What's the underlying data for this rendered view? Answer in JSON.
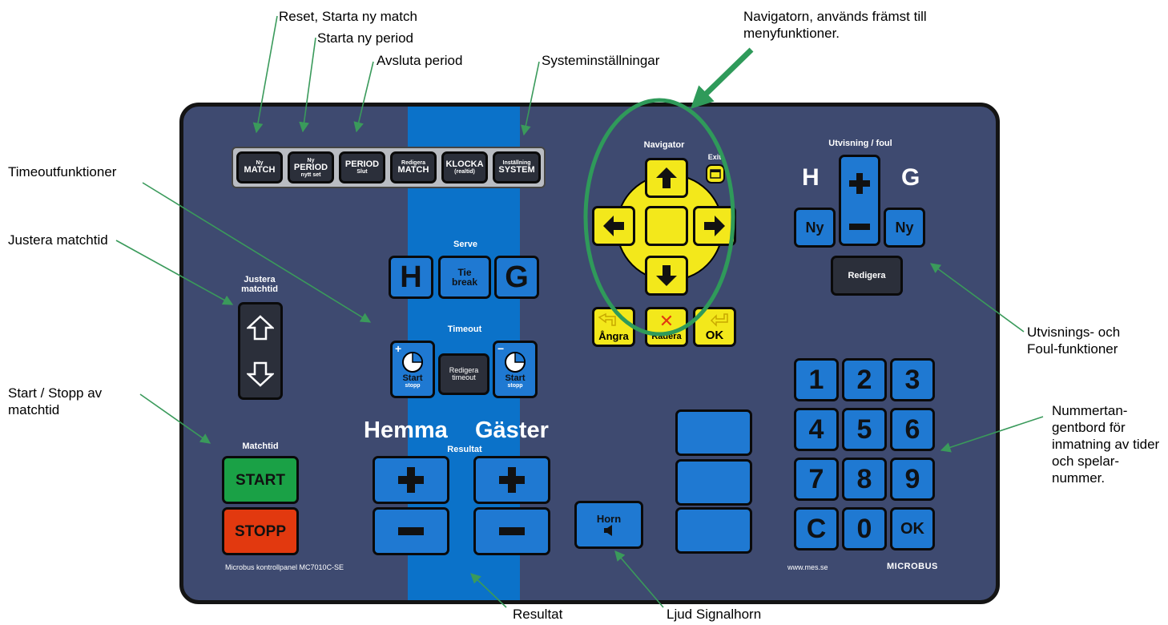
{
  "annotations": {
    "reset": "Reset, Starta ny match",
    "new_period": "Starta ny period",
    "end_period": "Avsluta period",
    "system": "Systeminställningar",
    "navigator": "Navigatorn, används främst till menyfunktioner.",
    "timeout": "Timeoutfunktioner",
    "adjust_time": "Justera matchtid",
    "start_stop": "Start / Stopp av matchtid",
    "penalty": "Utvisnings- och Foul-funktioner",
    "numpad": "Nummertan-gentbord för inmatning av tider och spelar-nummer.",
    "result": "Resultat",
    "horn": "Ljud Signalhorn"
  },
  "panel": {
    "menu_keys": [
      {
        "top": "Ny",
        "main": "MATCH",
        "sub": ""
      },
      {
        "top": "Ny",
        "main": "PERIOD",
        "sub": "nytt set"
      },
      {
        "top": "",
        "main": "PERIOD",
        "sub": "Slut"
      },
      {
        "top": "Redigera",
        "main": "MATCH",
        "sub": ""
      },
      {
        "top": "",
        "main": "KLOCKA",
        "sub": "(realtid)"
      },
      {
        "top": "Inställning",
        "main": "SYSTEM",
        "sub": ""
      }
    ],
    "serve_label": "Serve",
    "serve_home": "H",
    "serve_tiebreak": "Tie break",
    "serve_guest": "G",
    "timeout_label": "Timeout",
    "timeout_home_plus": "+",
    "timeout_home_start": "Start",
    "timeout_home_stop": "stopp",
    "timeout_edit": "Redigera timeout",
    "timeout_guest_minus": "−",
    "timeout_guest_start": "Start",
    "timeout_guest_stop": "stopp",
    "adjust_label": "Justera matchtid",
    "matchtid_label": "Matchtid",
    "start_button": "START",
    "stop_button": "STOPP",
    "home_title": "Hemma",
    "guest_title": "Gäster",
    "result_label": "Resultat",
    "horn_label": "Horn",
    "footer_left": "Microbus kontrollpanel MC7010C-SE",
    "footer_url": "www.mes.se",
    "logo": "MICROBUS",
    "navigator_label": "Navigator",
    "exit_label": "Exit",
    "undo_label": "Ångra",
    "cancel_label": "Radera",
    "ok_label": "OK",
    "penalty_label": "Utvisning / foul",
    "penalty_home": "H",
    "penalty_guest": "G",
    "penalty_new_home": "Ny",
    "penalty_new_guest": "Ny",
    "penalty_edit": "Redigera",
    "numpad_keys": [
      "1",
      "2",
      "3",
      "4",
      "5",
      "6",
      "7",
      "8",
      "9",
      "C",
      "0",
      "OK"
    ]
  },
  "colors": {
    "panel": "#3e4a70",
    "stripe": "#0b72c9",
    "key_blue": "#1f79d2",
    "key_yellow": "#f3e81b",
    "start_green": "#1aa146",
    "stop_red": "#e2390f",
    "arrow_green": "#3a9a5b",
    "ellipse_green": "#2f9a5a"
  }
}
